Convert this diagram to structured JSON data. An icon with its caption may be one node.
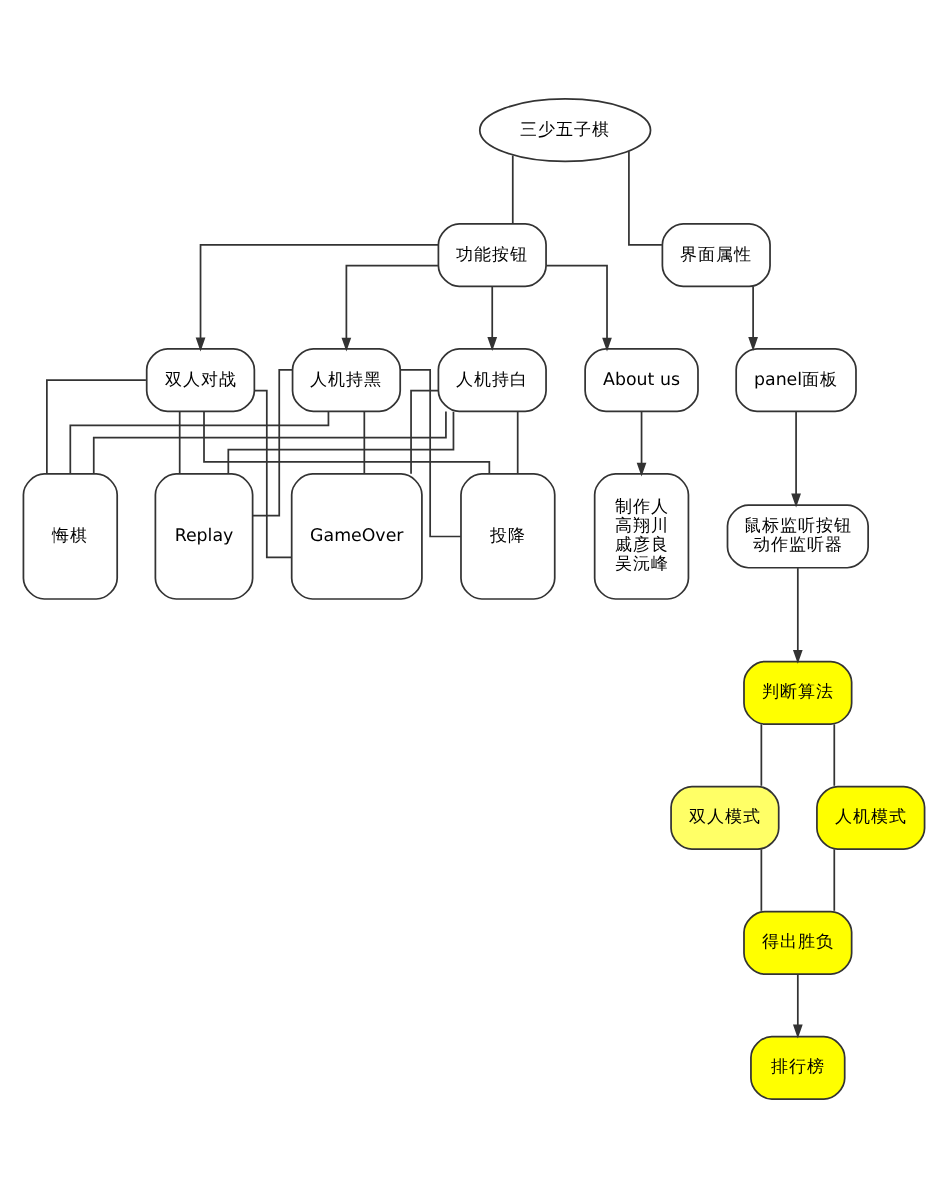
{
  "diagram": {
    "nodes": [
      {
        "text": [
          "三少五子棋"
        ]
      },
      {
        "text": [
          "功能按钮"
        ]
      },
      {
        "text": [
          "界面属性"
        ]
      },
      {
        "text": [
          "双人对战"
        ]
      },
      {
        "text": [
          "人机持黑"
        ]
      },
      {
        "text": [
          "人机持白"
        ]
      },
      {
        "text": [
          "About us"
        ]
      },
      {
        "text": [
          "panel面板"
        ]
      },
      {
        "text": [
          "悔棋"
        ]
      },
      {
        "text": [
          "Replay"
        ]
      },
      {
        "text": [
          "GameOver"
        ]
      },
      {
        "text": [
          "投降"
        ]
      },
      {
        "text": [
          "制作人",
          "高翔川",
          "戚彦良",
          "吴沅峰"
        ]
      },
      {
        "text": [
          "鼠标监听按钮",
          "动作监听器"
        ]
      },
      {
        "text": [
          "判断算法"
        ]
      },
      {
        "text": [
          "双人模式"
        ]
      },
      {
        "text": [
          "人机模式"
        ]
      },
      {
        "text": [
          "得出胜负"
        ]
      },
      {
        "text": [
          "排行榜"
        ]
      }
    ],
    "edges": [
      {
        "from": 0,
        "to": 1,
        "arrow": "none"
      },
      {
        "from": 0,
        "to": 2,
        "arrow": "none"
      },
      {
        "from": 1,
        "to": 3,
        "arrow": "to"
      },
      {
        "from": 1,
        "to": 4,
        "arrow": "to"
      },
      {
        "from": 1,
        "to": 5,
        "arrow": "to"
      },
      {
        "from": 1,
        "to": 6,
        "arrow": "to"
      },
      {
        "from": 2,
        "to": 7,
        "arrow": "to"
      },
      {
        "from": 3,
        "to": 8,
        "arrow": "none"
      },
      {
        "from": 3,
        "to": 9,
        "arrow": "none"
      },
      {
        "from": 3,
        "to": 10,
        "arrow": "none"
      },
      {
        "from": 3,
        "to": 11,
        "arrow": "none"
      },
      {
        "from": 4,
        "to": 8,
        "arrow": "none"
      },
      {
        "from": 4,
        "to": 9,
        "arrow": "none"
      },
      {
        "from": 4,
        "to": 10,
        "arrow": "none"
      },
      {
        "from": 4,
        "to": 11,
        "arrow": "none"
      },
      {
        "from": 5,
        "to": 8,
        "arrow": "none"
      },
      {
        "from": 5,
        "to": 9,
        "arrow": "none"
      },
      {
        "from": 5,
        "to": 10,
        "arrow": "none"
      },
      {
        "from": 5,
        "to": 11,
        "arrow": "none"
      },
      {
        "from": 6,
        "to": 12,
        "arrow": "to"
      },
      {
        "from": 7,
        "to": 13,
        "arrow": "to"
      },
      {
        "from": 13,
        "to": 14,
        "arrow": "to"
      },
      {
        "from": 14,
        "to": 15,
        "arrow": "none"
      },
      {
        "from": 14,
        "to": 16,
        "arrow": "none"
      },
      {
        "from": 15,
        "to": 17,
        "arrow": "none"
      },
      {
        "from": 16,
        "to": 17,
        "arrow": "none"
      },
      {
        "from": 17,
        "to": 18,
        "arrow": "to"
      }
    ]
  }
}
